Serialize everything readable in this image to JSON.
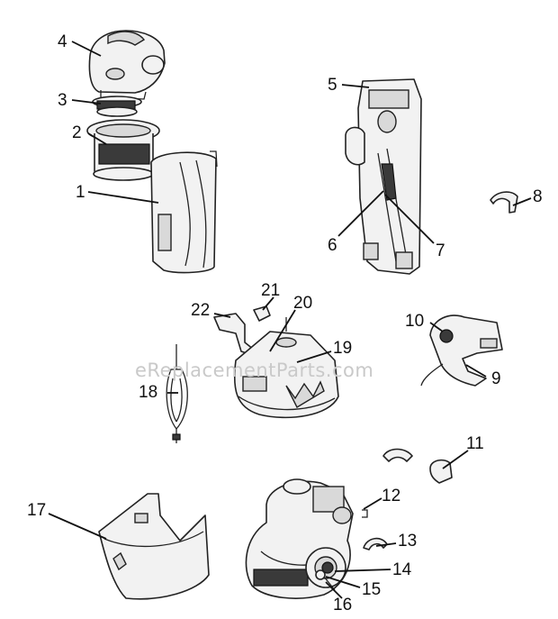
{
  "watermark": "eReplacementParts.com",
  "callouts": [
    {
      "id": "4",
      "label": "4"
    },
    {
      "id": "3",
      "label": "3"
    },
    {
      "id": "2",
      "label": "2"
    },
    {
      "id": "1",
      "label": "1"
    },
    {
      "id": "5",
      "label": "5"
    },
    {
      "id": "6",
      "label": "6"
    },
    {
      "id": "7",
      "label": "7"
    },
    {
      "id": "8",
      "label": "8"
    },
    {
      "id": "21",
      "label": "21"
    },
    {
      "id": "22",
      "label": "22"
    },
    {
      "id": "20",
      "label": "20"
    },
    {
      "id": "19",
      "label": "19"
    },
    {
      "id": "10",
      "label": "10"
    },
    {
      "id": "9",
      "label": "9"
    },
    {
      "id": "18",
      "label": "18"
    },
    {
      "id": "11",
      "label": "11"
    },
    {
      "id": "17",
      "label": "17"
    },
    {
      "id": "12",
      "label": "12"
    },
    {
      "id": "13",
      "label": "13"
    },
    {
      "id": "14",
      "label": "14"
    },
    {
      "id": "15",
      "label": "15"
    },
    {
      "id": "16",
      "label": "16"
    }
  ]
}
